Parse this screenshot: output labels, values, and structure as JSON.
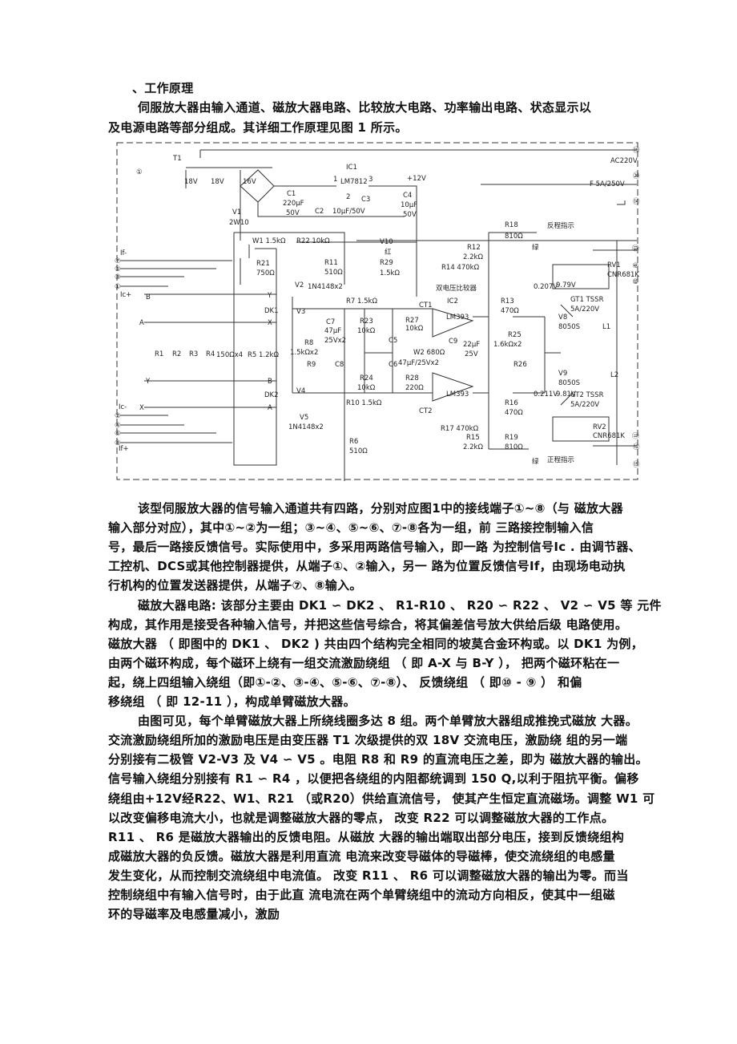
{
  "heading": "、工作原理",
  "intro": [
    "伺服放大器由输入通道、磁放大器电路、比较放大电路、功率输出电路、状态显示以",
    "及电源电路等部分组成。其详细工作原理见图 1 所示。"
  ],
  "paragraphs": [
    [
      "该型伺服放大器的信号输入通道共有四路，分别对应图1中的接线端子①~⑧（与 磁放大器",
      "输入部分对应），其中①~②为一组；③~④、⑤~⑥、⑦-⑧各为一组，前  三路接控制输入信",
      "号，最后一路接反馈信号。实际使用中，多采用两路信号输入，即一路 为控制信号Ic . 由调节器、",
      "工控机、DCS或其他控制器提供，从端子①、②输入，另一 路为位置反馈信号If，由现场电动执",
      "行机构的位置发送器提供，从端子⑦、⑧输入。"
    ],
    [
      "磁放大器电路: 该部分主要由  DK1 ∽ DK2 、  R1-R10 、  R20 ∽ R22 、  V2 ∽ V5 等  元件",
      "构成，其作用是接受各种输入信号，并把这些信号综合，将其偏差信号放大供给后级   电路使用。",
      "磁放大器  （  即图中的  DK1 、  DK2 ) 共由四个结构完全相同的坡莫合金环构或。以  DK1 为例，",
      "由两个磁环构成，每个磁环上绕有一组交流激励绕组  （  即  A-X 与  B-Y ），  把两个磁环粘在一",
      "起，绕上四组输入绕组（即①-②、③-④、⑤-⑥、⑦-⑧）、  反馈绕组  （  即⑩  -  ⑨  ）  和偏",
      "移绕组  （  即  12-11 ），构成单臂磁放大器。"
    ],
    [
      "由图可见，每个单臂磁放大器上所绕线圈多达  8 组。两个单臂放大器组成推挽式磁放  大器。",
      "交流激励绕组所加的激励电压是由变压器  T1 次级提供的双  18V 交流电压，激励绕  组的另一端",
      "分别接有二极管  V2-V3 及  V4 ∽  V5 。电阻  R8 和  R9 的直流电压之差，即为  磁放大器的输出。",
      "信号输入绕组分别接有  R1 ∽  R4 ，以便把各绕组的内阻都统调到  150 Q,以利于阻抗平衡。偏移",
      "绕组由+12V经R22、W1、R21 （或R20）供给直流信号，   使其产生恒定直流磁场。调整  W1 可",
      "以改变偏移电流大小，也就是调整磁放大器的零点，   改变   R22  可以调整磁放大器的工作点。",
      "R11  、   R6 是磁放大器输出的反馈电阻。从磁放  大器的输出端取出部分电压，接到反馈绕组构",
      "成磁放大器的负反馈。磁放大器是利用直流   电流来改变导磁体的导磁棒，使交流绕组的电感量",
      "发生变化，从而控制交流绕组中电流值。 改变  R11 、  R6 可以调整磁放大器的输出为零。而当",
      "控制绕组中有输入信号时，由于此直   流电流在两个单臂绕组中的流动方向相反，使其中一组磁",
      "环的导磁率及电感量减小，激励"
    ]
  ],
  "diagram": {
    "labels": [
      "①",
      "T1",
      "18V",
      "18V",
      "16V",
      "V1",
      "2W10",
      "IC1",
      "LM7812",
      "1",
      "3",
      "2",
      "C1",
      "220μF",
      "50V",
      "C2",
      "10μF/50V",
      "C3",
      "C4",
      "10μF",
      "50V",
      "+12V",
      "W1  1.5kΩ",
      "R22  10kΩ",
      "R21",
      "750Ω",
      "R11",
      "510Ω",
      "V10",
      "红",
      "R29",
      "1.5kΩ",
      "If-",
      "Ic+",
      "Ic-",
      "If+",
      "DK1",
      "DK2",
      "V2",
      "1N4148x2",
      "V3",
      "V4",
      "V5",
      "1N4148x2",
      "R7  1.5kΩ",
      "R8",
      "1.5kΩx2",
      "C7",
      "47μF",
      "25Vx2",
      "C8",
      "R9",
      "R23",
      "10kΩ",
      "R24",
      "10kΩ",
      "C5",
      "C6",
      "47μF/25Vx2",
      "R27",
      "10kΩ",
      "W2 680Ω",
      "R28",
      "220Ω",
      "R10  1.5kΩ",
      "R6",
      "510Ω",
      "CT1",
      "CT2",
      "双电压比较器",
      "IC2",
      "LM393",
      "LM393",
      "R12",
      "2.2kΩ",
      "R14  470kΩ",
      "C9",
      "22μF",
      "25V",
      "R13",
      "470Ω",
      "R16",
      "470Ω",
      "R17  470kΩ",
      "R15",
      "2.2kΩ",
      "R18",
      "810Ω",
      "R19",
      "810Ω",
      "反程指示",
      "正程指示",
      "绿",
      "绿",
      "R25",
      "1.6kΩx2",
      "R26",
      "V8",
      "8050S",
      "V9",
      "8050S",
      "GT1  TSSR",
      "5A/220V",
      "GT2  TSSR",
      "5A/220V",
      "RV1",
      "CNR681K",
      "RV2",
      "CNR681K",
      "L1",
      "L2",
      "AC220V",
      "F  5A/250V",
      "0.207V",
      "9.79V",
      "0.211V",
      "9.81V",
      "⑲",
      "⑳",
      "⑭",
      "⑬",
      "⑨",
      "⑩",
      "⑪",
      "⑫",
      "⑮",
      "⑦",
      "⑤",
      "③",
      "①",
      "②",
      "④",
      "⑥",
      "⑧",
      "R1",
      "R2",
      "R3",
      "R4",
      "150Ωx4",
      "R5  1.2kΩ",
      "B",
      "A",
      "Y",
      "X",
      "Y",
      "X",
      "B",
      "A"
    ]
  }
}
